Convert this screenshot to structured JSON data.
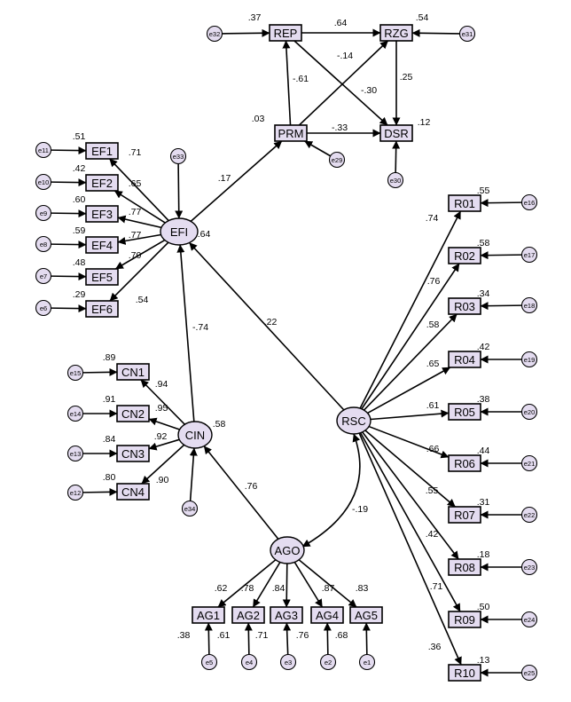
{
  "observed": [
    {
      "id": "REP",
      "label": "REP",
      "r2": ".37"
    },
    {
      "id": "RZG",
      "label": "RZG",
      "r2": ".54"
    },
    {
      "id": "PRM",
      "label": "PRM",
      "r2": ".03"
    },
    {
      "id": "DSR",
      "label": "DSR",
      "r2": ".12"
    },
    {
      "id": "EF1",
      "label": "EF1",
      "r2": ".51"
    },
    {
      "id": "EF2",
      "label": "EF2",
      "r2": ".42"
    },
    {
      "id": "EF3",
      "label": "EF3",
      "r2": ".60"
    },
    {
      "id": "EF4",
      "label": "EF4",
      "r2": ".59"
    },
    {
      "id": "EF5",
      "label": "EF5",
      "r2": ".48"
    },
    {
      "id": "EF6",
      "label": "EF6",
      "r2": ".29"
    },
    {
      "id": "CN1",
      "label": "CN1",
      "r2": ".89"
    },
    {
      "id": "CN2",
      "label": "CN2",
      "r2": ".91"
    },
    {
      "id": "CN3",
      "label": "CN3",
      "r2": ".84"
    },
    {
      "id": "CN4",
      "label": "CN4",
      "r2": ".80"
    },
    {
      "id": "R01",
      "label": "R01",
      "r2": ".55"
    },
    {
      "id": "R02",
      "label": "R02",
      "r2": ".58"
    },
    {
      "id": "R03",
      "label": "R03",
      "r2": ".34"
    },
    {
      "id": "R04",
      "label": "R04",
      "r2": ".42"
    },
    {
      "id": "R05",
      "label": "R05",
      "r2": ".38"
    },
    {
      "id": "R06",
      "label": "R06",
      "r2": ".44"
    },
    {
      "id": "R07",
      "label": "R07",
      "r2": ".31"
    },
    {
      "id": "R08",
      "label": "R08",
      "r2": ".18"
    },
    {
      "id": "R09",
      "label": "R09",
      "r2": ".50"
    },
    {
      "id": "R10",
      "label": "R10",
      "r2": ".13"
    },
    {
      "id": "AG1",
      "label": "AG1",
      "r2": ".38"
    },
    {
      "id": "AG2",
      "label": "AG2",
      "r2": ".61"
    },
    {
      "id": "AG3",
      "label": "AG3",
      "r2": ".71"
    },
    {
      "id": "AG4",
      "label": "AG4",
      "r2": ".76"
    },
    {
      "id": "AG5",
      "label": "AG5",
      "r2": ".68"
    }
  ],
  "latent": [
    {
      "id": "EFI",
      "label": "EFI",
      "r2": ".64"
    },
    {
      "id": "CIN",
      "label": "CIN",
      "r2": ".58"
    },
    {
      "id": "RSC",
      "label": "RSC",
      "r2": ""
    },
    {
      "id": "AGO",
      "label": "AGO",
      "r2": ""
    }
  ],
  "errors": [
    {
      "id": "e32",
      "label": "e32",
      "target": "REP"
    },
    {
      "id": "e31",
      "label": "e31",
      "target": "RZG"
    },
    {
      "id": "e29",
      "label": "e29",
      "target": "PRM"
    },
    {
      "id": "e30",
      "label": "e30",
      "target": "DSR"
    },
    {
      "id": "e33",
      "label": "e33",
      "target": "EFI"
    },
    {
      "id": "e11",
      "label": "e11",
      "target": "EF1"
    },
    {
      "id": "e10",
      "label": "e10",
      "target": "EF2"
    },
    {
      "id": "e9",
      "label": "e9",
      "target": "EF3"
    },
    {
      "id": "e8",
      "label": "e8",
      "target": "EF4"
    },
    {
      "id": "e7",
      "label": "e7",
      "target": "EF5"
    },
    {
      "id": "e6",
      "label": "e6",
      "target": "EF6"
    },
    {
      "id": "e15",
      "label": "e15",
      "target": "CN1"
    },
    {
      "id": "e14",
      "label": "e14",
      "target": "CN2"
    },
    {
      "id": "e13",
      "label": "e13",
      "target": "CN3"
    },
    {
      "id": "e12",
      "label": "e12",
      "target": "CN4"
    },
    {
      "id": "e34",
      "label": "e34",
      "target": "CIN"
    },
    {
      "id": "e16",
      "label": "e16",
      "target": "R01"
    },
    {
      "id": "e17",
      "label": "e17",
      "target": "R02"
    },
    {
      "id": "e18",
      "label": "e18",
      "target": "R03"
    },
    {
      "id": "e19",
      "label": "e19",
      "target": "R04"
    },
    {
      "id": "e20",
      "label": "e20",
      "target": "R05"
    },
    {
      "id": "e21",
      "label": "e21",
      "target": "R06"
    },
    {
      "id": "e22",
      "label": "e22",
      "target": "R07"
    },
    {
      "id": "e23",
      "label": "e23",
      "target": "R08"
    },
    {
      "id": "e24",
      "label": "e24",
      "target": "R09"
    },
    {
      "id": "e25",
      "label": "e25",
      "target": "R10"
    },
    {
      "id": "e5",
      "label": "e5",
      "target": "AG1"
    },
    {
      "id": "e4",
      "label": "e4",
      "target": "AG2"
    },
    {
      "id": "e3",
      "label": "e3",
      "target": "AG3"
    },
    {
      "id": "e2",
      "label": "e2",
      "target": "AG4"
    },
    {
      "id": "e1",
      "label": "e1",
      "target": "AG5"
    }
  ],
  "paths": [
    {
      "from": "REP",
      "to": "RZG",
      "coef": ".64"
    },
    {
      "from": "PRM",
      "to": "RZG",
      "coef": "-.14"
    },
    {
      "from": "REP",
      "to": "DSR",
      "coef": "-.30"
    },
    {
      "from": "RZG",
      "to": "DSR",
      "coef": ".25"
    },
    {
      "from": "PRM",
      "to": "REP",
      "coef": "-.61"
    },
    {
      "from": "PRM",
      "to": "DSR",
      "coef": "-.33"
    },
    {
      "from": "EFI",
      "to": "PRM",
      "coef": ".17"
    },
    {
      "from": "EFI",
      "to": "EF1",
      "coef": ".71"
    },
    {
      "from": "EFI",
      "to": "EF2",
      "coef": ".65"
    },
    {
      "from": "EFI",
      "to": "EF3",
      "coef": ".77"
    },
    {
      "from": "EFI",
      "to": "EF4",
      "coef": ".77"
    },
    {
      "from": "EFI",
      "to": "EF5",
      "coef": ".70"
    },
    {
      "from": "EFI",
      "to": "EF6",
      "coef": ".54"
    },
    {
      "from": "CIN",
      "to": "EFI",
      "coef": "-.74"
    },
    {
      "from": "RSC",
      "to": "EFI",
      "coef": ".22"
    },
    {
      "from": "CIN",
      "to": "CN1",
      "coef": ".94"
    },
    {
      "from": "CIN",
      "to": "CN2",
      "coef": ".95"
    },
    {
      "from": "CIN",
      "to": "CN3",
      "coef": ".92"
    },
    {
      "from": "CIN",
      "to": "CN4",
      "coef": ".90"
    },
    {
      "from": "AGO",
      "to": "CIN",
      "coef": ".76"
    },
    {
      "from": "RSC",
      "to": "R01",
      "coef": ".74"
    },
    {
      "from": "RSC",
      "to": "R02",
      "coef": ".76"
    },
    {
      "from": "RSC",
      "to": "R03",
      "coef": ".58"
    },
    {
      "from": "RSC",
      "to": "R04",
      "coef": ".65"
    },
    {
      "from": "RSC",
      "to": "R05",
      "coef": ".61"
    },
    {
      "from": "RSC",
      "to": "R06",
      "coef": ".66"
    },
    {
      "from": "RSC",
      "to": "R07",
      "coef": ".55"
    },
    {
      "from": "RSC",
      "to": "R08",
      "coef": ".42"
    },
    {
      "from": "RSC",
      "to": "R09",
      "coef": ".71"
    },
    {
      "from": "RSC",
      "to": "R10",
      "coef": ".36"
    },
    {
      "from": "AGO",
      "to": "AG1",
      "coef": ".62"
    },
    {
      "from": "AGO",
      "to": "AG2",
      "coef": ".78"
    },
    {
      "from": "AGO",
      "to": "AG3",
      "coef": ".84"
    },
    {
      "from": "AGO",
      "to": "AG4",
      "coef": ".87"
    },
    {
      "from": "AGO",
      "to": "AG5",
      "coef": ".83"
    }
  ],
  "covariances": [
    {
      "a": "RSC",
      "b": "AGO",
      "coef": "-.19"
    }
  ],
  "colors": {
    "fill": "#e4dcf0",
    "stroke": "#000000"
  }
}
